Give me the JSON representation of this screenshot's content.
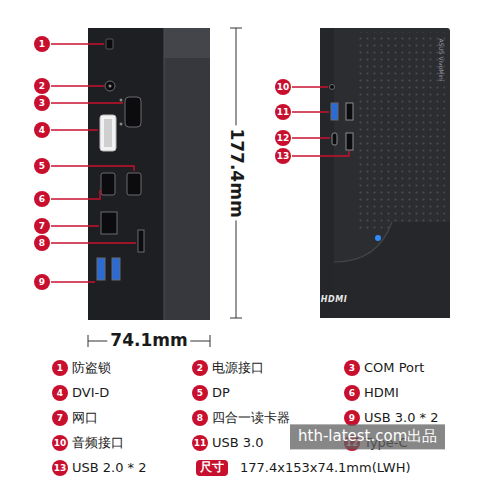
{
  "diagram": {
    "labels": [
      "1",
      "2",
      "3",
      "4",
      "5",
      "6",
      "7",
      "8",
      "9",
      "10",
      "11",
      "12",
      "13",
      "177.4mm",
      "74.1mm",
      "ASUS VivoMini",
      "HDMI",
      "1",
      "防盗锁",
      "2",
      "电源接口",
      "3",
      "COM Port",
      "4",
      "DVI-D",
      "5",
      "DP",
      "6",
      "HDMI",
      "7",
      "网口",
      "8",
      "四合一读卡器",
      "9",
      "USB 3.0 * 2",
      "10",
      "音频接口",
      "11",
      "USB 3.0",
      "12",
      "Type-C",
      "13",
      "USB 2.0 * 2",
      "尺寸",
      "177.4x153x74.1mm(LWH)",
      "hth-latest.com出品"
    ]
  }
}
